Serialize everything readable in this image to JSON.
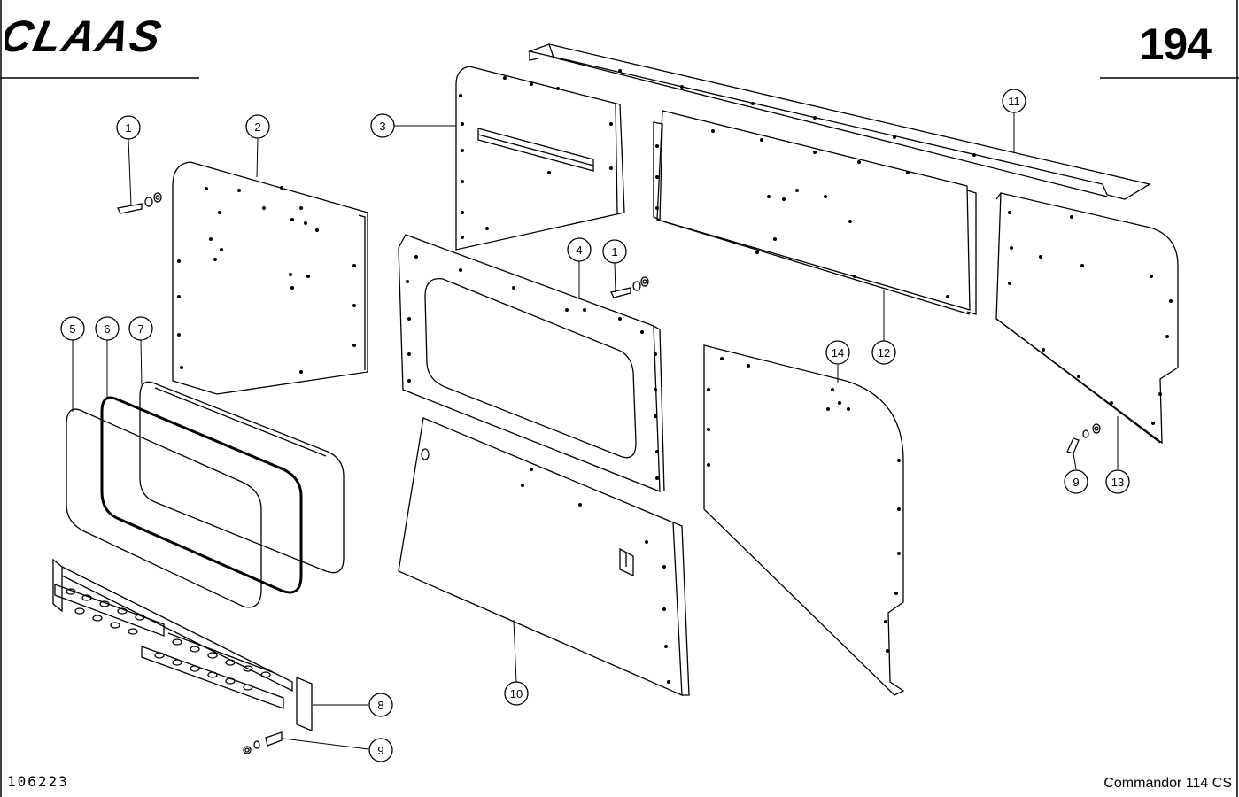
{
  "header": {
    "brand": "CLAAS",
    "page_number": "194"
  },
  "footer": {
    "drawing_number": "106223",
    "model": "Commandor 114 CS"
  },
  "callouts": [
    {
      "id": "c1a",
      "label": "1"
    },
    {
      "id": "c2",
      "label": "2"
    },
    {
      "id": "c3",
      "label": "3"
    },
    {
      "id": "c4",
      "label": "4"
    },
    {
      "id": "c1b",
      "label": "1"
    },
    {
      "id": "c5",
      "label": "5"
    },
    {
      "id": "c6",
      "label": "6"
    },
    {
      "id": "c7",
      "label": "7"
    },
    {
      "id": "c8",
      "label": "8"
    },
    {
      "id": "c9a",
      "label": "9"
    },
    {
      "id": "c10",
      "label": "10"
    },
    {
      "id": "c11",
      "label": "11"
    },
    {
      "id": "c12",
      "label": "12"
    },
    {
      "id": "c13",
      "label": "13"
    },
    {
      "id": "c14",
      "label": "14"
    },
    {
      "id": "c9b",
      "label": "9"
    }
  ]
}
